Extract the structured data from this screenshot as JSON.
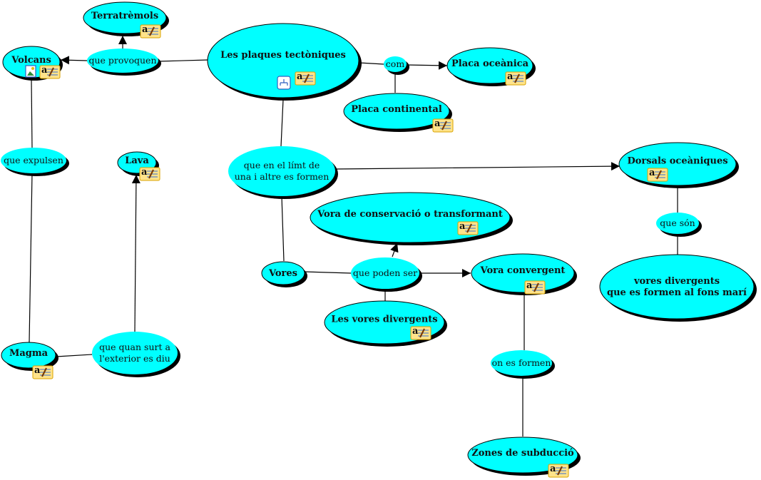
{
  "map": {
    "colors": {
      "node_fill": "#00FFFF",
      "shadow": "#000000",
      "line": "#000000"
    },
    "concepts": {
      "terratremols": {
        "lines": [
          "Terratrèmols"
        ],
        "icons": [
          "note-icon"
        ]
      },
      "volcans": {
        "lines": [
          "Volcans"
        ],
        "icons": [
          "image-icon",
          "note-icon"
        ]
      },
      "plaques": {
        "lines": [
          "Les plaques tectòniques"
        ],
        "icons": [
          "submap-icon",
          "note-icon"
        ]
      },
      "oceanica": {
        "lines": [
          "Placa oceànica"
        ],
        "icons": [
          "note-icon"
        ]
      },
      "continental": {
        "lines": [
          "Placa continental"
        ],
        "icons": [
          "note-icon"
        ]
      },
      "lava": {
        "lines": [
          "Lava"
        ],
        "icons": [
          "note-icon"
        ]
      },
      "dorsals": {
        "lines": [
          "Dorsals oceàniques"
        ],
        "icons": [
          "note-icon"
        ]
      },
      "conservacio": {
        "lines": [
          "Vora de conservació o transformant"
        ],
        "icons": [
          "note-icon"
        ]
      },
      "vores": {
        "lines": [
          "Vores"
        ],
        "icons": []
      },
      "convergent": {
        "lines": [
          "Vora convergent"
        ],
        "icons": [
          "note-icon"
        ]
      },
      "fonsmari": {
        "lines": [
          "vores divergents",
          "que es formen al fons marí"
        ],
        "icons": []
      },
      "divergents": {
        "lines": [
          "Les vores divergents"
        ],
        "icons": [
          "note-icon"
        ]
      },
      "magma": {
        "lines": [
          "Magma"
        ],
        "icons": [
          "note-icon"
        ]
      },
      "subduccio": {
        "lines": [
          "Zones de subducció"
        ],
        "icons": [
          "note-icon"
        ]
      }
    },
    "links": {
      "provoquen": {
        "lines": [
          "que provoquen"
        ]
      },
      "com": {
        "lines": [
          "com"
        ]
      },
      "expulsen": {
        "lines": [
          "que expulsen"
        ]
      },
      "limit": {
        "lines": [
          "que en el límt de",
          "una i altre es formen"
        ]
      },
      "son": {
        "lines": [
          "que són"
        ]
      },
      "poden": {
        "lines": [
          "que poden ser"
        ]
      },
      "surt": {
        "lines": [
          "que quan surt a",
          "l'exterior es diu"
        ]
      },
      "formen": {
        "lines": [
          "on es formen"
        ]
      }
    }
  }
}
